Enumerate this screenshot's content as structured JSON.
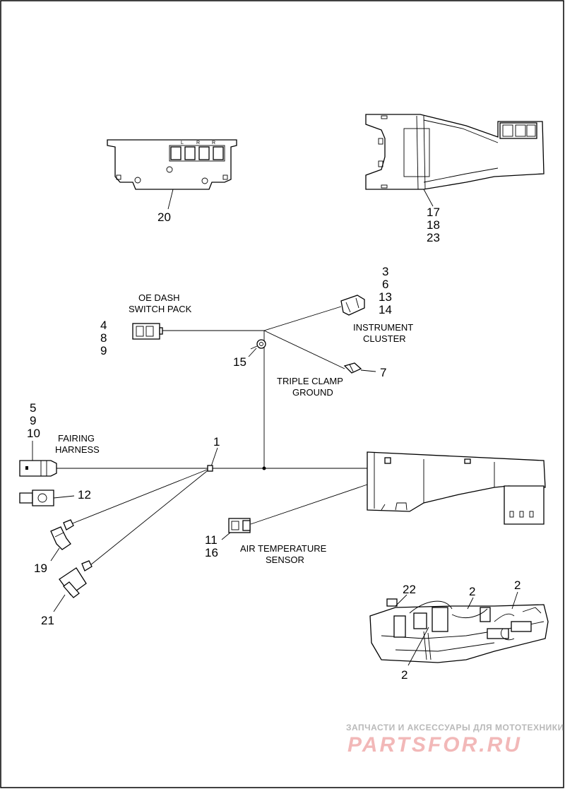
{
  "callouts": {
    "c20": "20",
    "c17": "17",
    "c18": "18",
    "c23": "23",
    "c3": "3",
    "c6": "6",
    "c13": "13",
    "c14": "14",
    "c4": "4",
    "c8": "8",
    "c9a": "9",
    "c15": "15",
    "c7": "7",
    "c5": "5",
    "c9b": "9",
    "c10": "10",
    "c1": "1",
    "c12": "12",
    "c11": "11",
    "c16": "16",
    "c19": "19",
    "c21": "21",
    "c22": "22",
    "c2a": "2",
    "c2b": "2",
    "c2c": "2"
  },
  "labels": {
    "oe_dash_1": "OE DASH",
    "oe_dash_2": "SWITCH PACK",
    "instrument_1": "INSTRUMENT",
    "instrument_2": "CLUSTER",
    "triple_1": "TRIPLE CLAMP",
    "triple_2": "GROUND",
    "fairing_1": "FAIRING",
    "fairing_2": "HARNESS",
    "air_1": "AIR TEMPERATURE",
    "air_2": "SENSOR"
  },
  "switch_marks": [
    "L",
    "R",
    "R"
  ],
  "watermark": {
    "line1": "ЗАПЧАСТИ И АКСЕССУАРЫ ДЛЯ МОТОТЕХНИКИ",
    "line2": "PARTSFOR.RU"
  }
}
